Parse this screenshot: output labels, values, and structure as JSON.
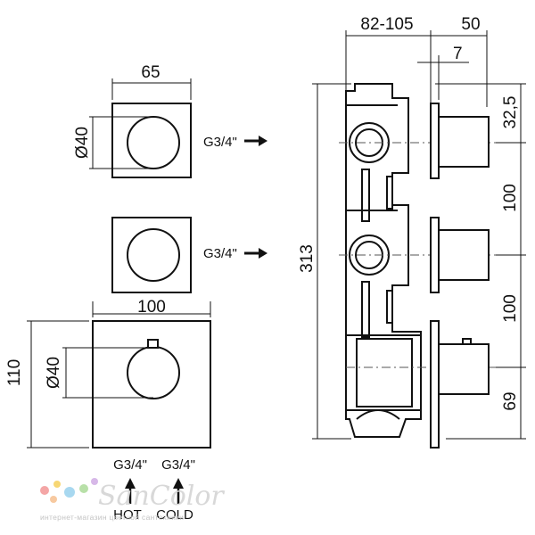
{
  "top_plate": {
    "width_label": "65",
    "diameter_label": "Ø40",
    "connection_label": "G3/4\""
  },
  "middle_plate": {
    "connection_label": "G3/4\""
  },
  "bottom_plate": {
    "width_label": "100",
    "height_label": "110",
    "diameter_label": "Ø40",
    "hot_connection_label": "G3/4\"",
    "cold_connection_label": "G3/4\"",
    "hot_label": "HOT",
    "cold_label": "COLD"
  },
  "side_view": {
    "depth_label": "82-105",
    "plate_depth_label": "50",
    "plate_thickness_label": "7",
    "total_height_label": "313",
    "top_offset_label": "32,5",
    "spacing_1_label": "100",
    "spacing_2_label": "100",
    "bottom_offset_label": "69"
  },
  "watermark": {
    "brand": "SanColor",
    "tagline": "интернет-магазин цветной сантехники",
    "dot_colors": [
      "#f4a6a6",
      "#f7d774",
      "#a8d8f0",
      "#b8e0a8",
      "#d7b8e8",
      "#f7c9a0"
    ]
  }
}
